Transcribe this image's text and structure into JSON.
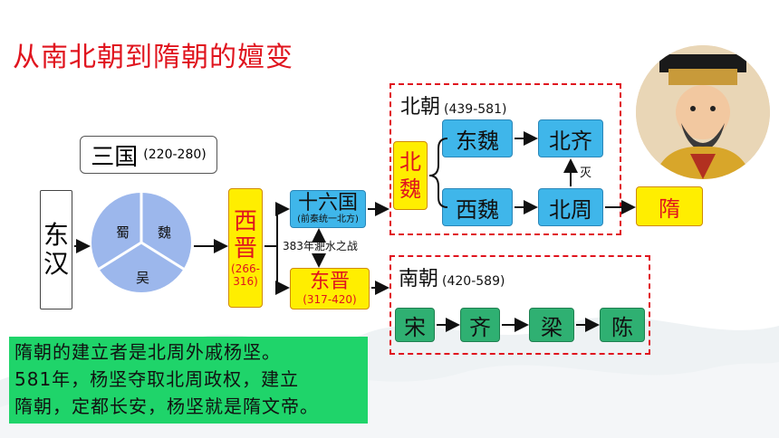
{
  "title": "从南北朝到隋朝的嬗变",
  "sanguo": {
    "name": "三国",
    "years": "(220-280)"
  },
  "donghan": {
    "c1": "东",
    "c2": "汉"
  },
  "pie": {
    "shu": "蜀",
    "wei": "魏",
    "wu": "吴",
    "color": "#9cb7ec"
  },
  "xijin": {
    "c1": "西",
    "c2": "晋",
    "years1": "(266-",
    "years2": "316)"
  },
  "shiliuguo": {
    "name": "十六国",
    "note": "(前秦统一北方)"
  },
  "dongjin": {
    "name": "东晋",
    "years": "(317-420)"
  },
  "battle": "383年淝水之战",
  "beichao": {
    "label": "北朝",
    "years": "(439-581)",
    "beiwei_c1": "北",
    "beiwei_c2": "魏",
    "dongwei": "东魏",
    "beiqi": "北齐",
    "xiwei": "西魏",
    "beizhou": "北周",
    "mie": "灭"
  },
  "sui": "隋",
  "nanchao": {
    "label": "南朝",
    "years": "(420-589)",
    "dynasties": [
      "宋",
      "齐",
      "梁",
      "陈"
    ]
  },
  "note": {
    "line1": "隋朝的建立者是北周外戚杨坚。",
    "line2": "581年，杨坚夺取北周政权，建立",
    "line3": "隋朝，定都长安，杨坚就是隋文帝。"
  },
  "colors": {
    "accent_red": "#e0141e",
    "blue_box": "#3fb6ea",
    "green_box": "#2fb072",
    "yellow_box": "#ffee00",
    "note_bg": "#1fd46a"
  }
}
